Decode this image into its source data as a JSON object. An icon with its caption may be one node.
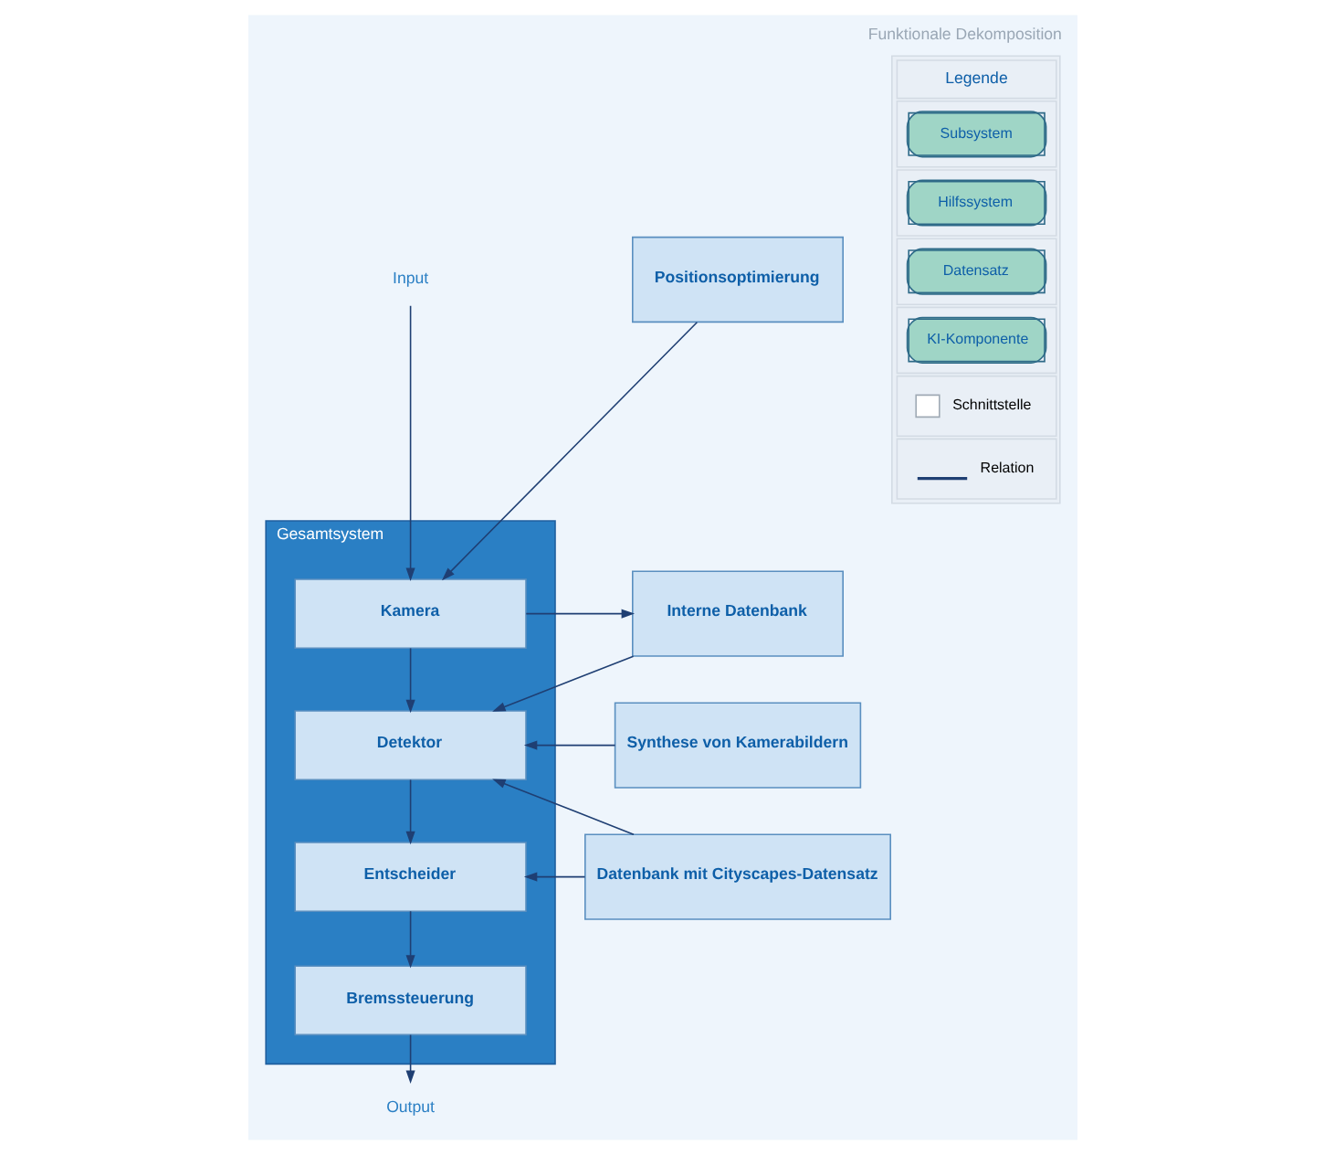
{
  "diagram": {
    "title": "Funktionale Dekomposition",
    "nodes": [
      {
        "text": [
          "Input"
        ]
      },
      {
        "text": [
          "Gesamtsystem"
        ]
      },
      {
        "text": [
          "Kamera"
        ],
        "in": 1
      },
      {
        "text": [
          "Detektor"
        ],
        "in": 1
      },
      {
        "text": [
          "Entscheider"
        ],
        "in": 1
      },
      {
        "text": [
          "Bremssteuerung"
        ],
        "in": 1
      },
      {
        "text": [
          "Output"
        ]
      },
      {
        "text": [
          "Positionsoptimierung"
        ]
      },
      {
        "text": [
          "Interne Datenbank"
        ]
      },
      {
        "text": [
          "Synthese von Kamerabildern"
        ]
      },
      {
        "text": [
          "Datenbank mit Cityscapes-Datensatz"
        ]
      }
    ],
    "edges": [
      {
        "from": 0,
        "to": 2,
        "arrow": "to"
      },
      {
        "from": 2,
        "to": 3,
        "arrow": "to"
      },
      {
        "from": 3,
        "to": 4,
        "arrow": "to"
      },
      {
        "from": 4,
        "to": 5,
        "arrow": "to"
      },
      {
        "from": 5,
        "to": 6,
        "arrow": "to"
      },
      {
        "from": 7,
        "to": 2,
        "arrow": "to"
      },
      {
        "from": 2,
        "to": 8,
        "arrow": "to"
      },
      {
        "from": 8,
        "to": 3,
        "arrow": "to"
      },
      {
        "from": 9,
        "to": 3,
        "arrow": "to"
      },
      {
        "from": 10,
        "to": 3,
        "arrow": "to"
      },
      {
        "from": 10,
        "to": 4,
        "arrow": "to"
      }
    ],
    "labels": [
      "Legende"
    ],
    "legend": [
      {
        "text": "Subsystem"
      },
      {
        "text": "Hilfssystem"
      },
      {
        "text": "Datensatz"
      },
      {
        "text": "KI-Komponente"
      },
      {
        "text": "Schnittstelle"
      },
      {
        "text": "Relation"
      }
    ]
  }
}
